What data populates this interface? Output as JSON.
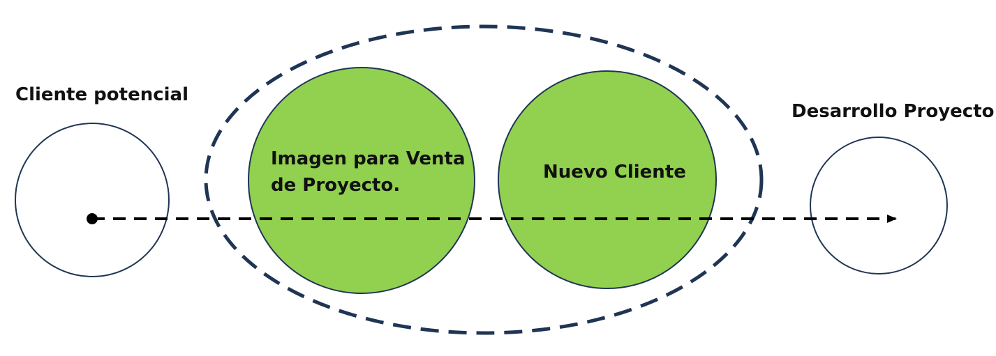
{
  "labels": {
    "start": "Cliente potencial",
    "end": "Desarrollo Proyecto",
    "stage1_line1": "Imagen para Venta",
    "stage1_line2": "de Proyecto.",
    "stage2": "Nuevo Cliente"
  },
  "colors": {
    "stage_fill": "#92d050",
    "outline": "#1f3554",
    "arrow": "#000000",
    "background": "#ffffff"
  }
}
